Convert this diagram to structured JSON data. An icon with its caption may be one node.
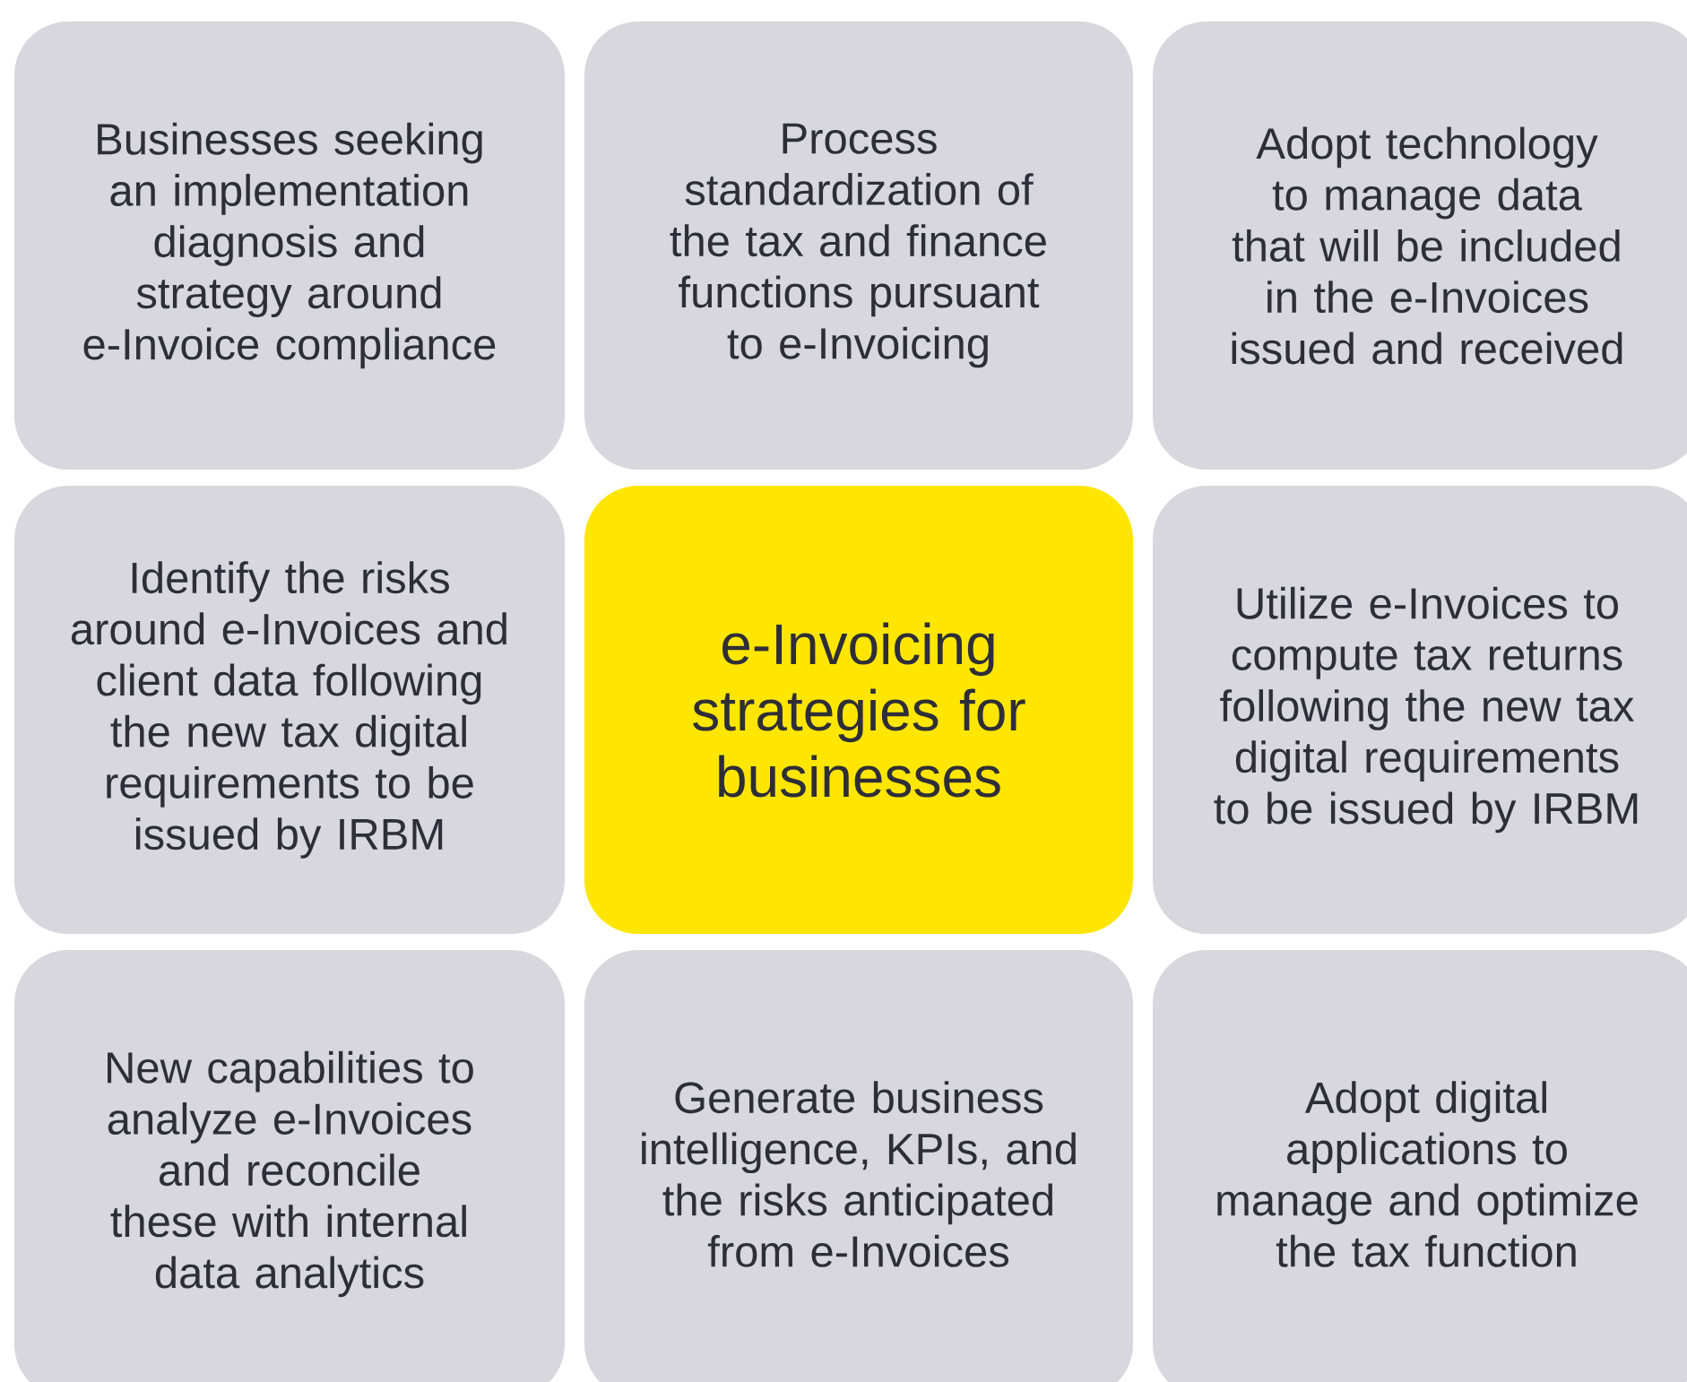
{
  "diagram": {
    "nodes": [
      {
        "text": [
          "Businesses seeking an implementation diagnosis and strategy around e-Invoice compliance"
        ]
      },
      {
        "text": [
          "Process standardization of the tax and finance functions pursuant to e-Invoicing"
        ]
      },
      {
        "text": [
          "Adopt technology to manage data that will be included in the e-Invoices issued and received"
        ]
      },
      {
        "text": [
          "Identify the risks around e-Invoices and client data following the new tax digital requirements to be issued by IRBM"
        ]
      },
      {
        "text": [
          "e-Invoicing strategies for businesses"
        ]
      },
      {
        "text": [
          "Utilize e-Invoices to compute tax returns following the new tax digital requirements to be issued by IRBM"
        ]
      },
      {
        "text": [
          "New capabilities to analyze e-Invoices and reconcile these with internal data analytics"
        ]
      },
      {
        "text": [
          "Generate business intelligence, KPIs, and the risks anticipated from e-Invoices"
        ]
      },
      {
        "text": [
          "Adopt digital applications to manage and optimize the tax function"
        ]
      }
    ]
  }
}
